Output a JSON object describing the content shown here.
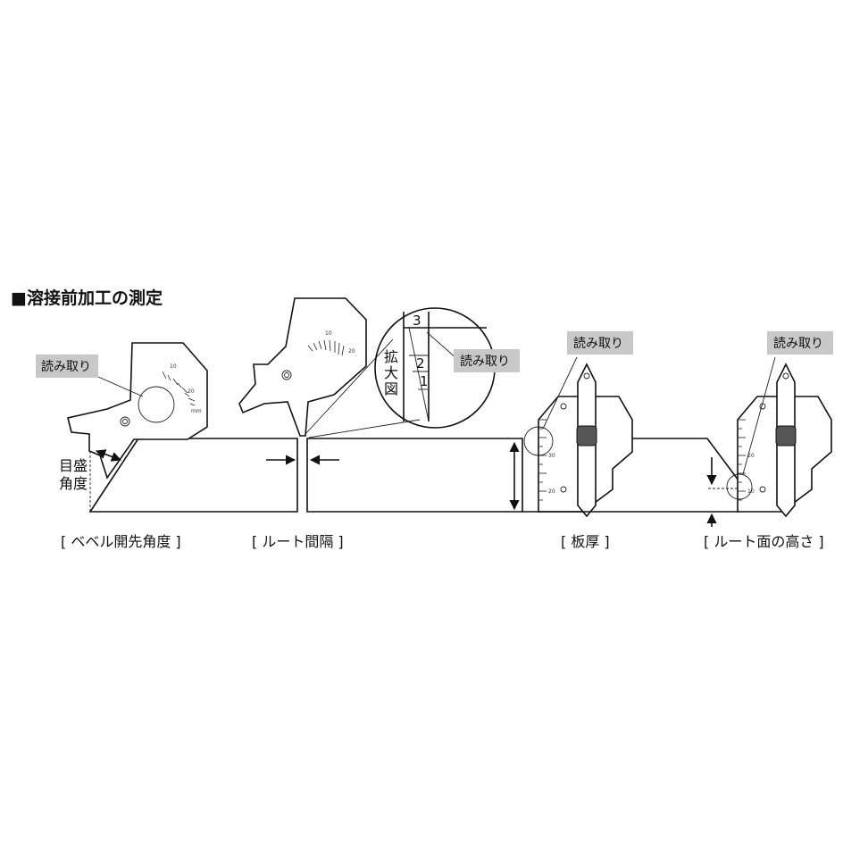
{
  "title": "■溶接前加工の測定",
  "callout_read": "読み取り",
  "label_scale_angle_line1": "目盛",
  "label_scale_angle_line2": "角度",
  "label_enlarged_line1": "拡",
  "label_enlarged_line2": "大",
  "label_enlarged_line3": "図",
  "magnified_numbers": [
    "3",
    "2",
    "1"
  ],
  "captions": {
    "bevel": "[ ベベル開先角度 ]",
    "root_gap": "[ ルート間隔 ]",
    "thickness": "[ 板厚 ]",
    "root_face": "[ ルート面の高さ ]"
  },
  "colors": {
    "line": "#111111",
    "tag": "#c8c8c8",
    "background": "#ffffff"
  }
}
